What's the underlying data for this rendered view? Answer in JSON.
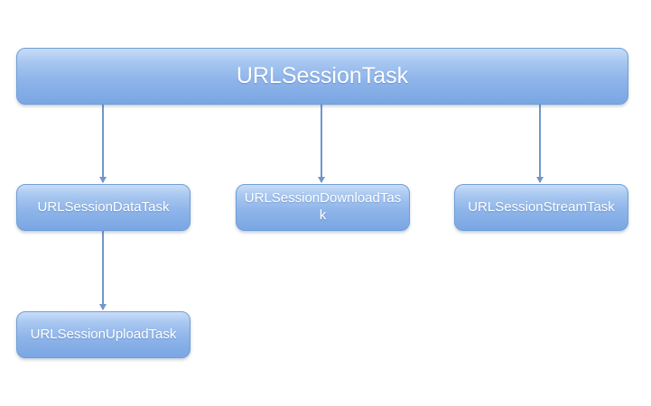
{
  "root": {
    "label": "URLSessionTask"
  },
  "children": [
    {
      "label": "URLSessionDataTask"
    },
    {
      "label": "URLSessionDownloadTask"
    },
    {
      "label": "URLSessionStreamTask"
    }
  ],
  "grandchild": {
    "label": "URLSessionUploadTask"
  },
  "colors": {
    "node_fill": "#8fb5ea",
    "node_border": "#6f9fd6",
    "connector": "#6f97c9",
    "text": "#ffffff"
  }
}
